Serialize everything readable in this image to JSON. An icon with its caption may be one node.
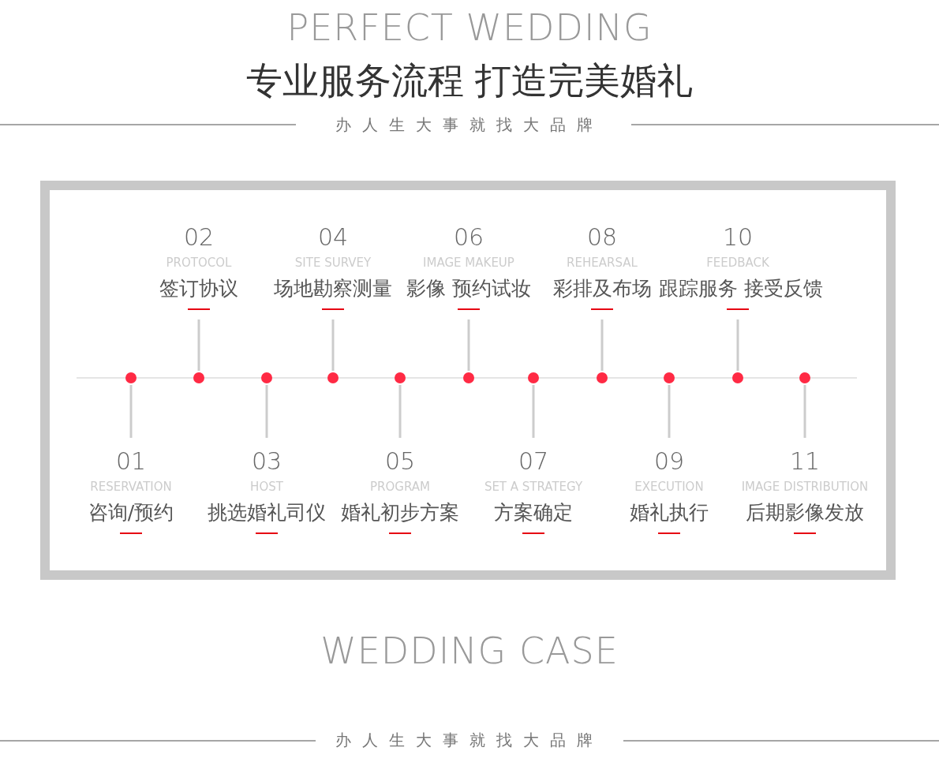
{
  "diagram": {
    "nodes": [
      {
        "text": [
          "01",
          "RESERVATION",
          "咨询/预约"
        ]
      },
      {
        "text": [
          "02",
          "PROTOCOL",
          "签订协议"
        ]
      },
      {
        "text": [
          "03",
          "HOST",
          "挑选婚礼司仪"
        ]
      },
      {
        "text": [
          "04",
          "SITE SURVEY",
          "场地勘察测量"
        ]
      },
      {
        "text": [
          "05",
          "PROGRAM",
          "婚礼初步方案"
        ]
      },
      {
        "text": [
          "06",
          "IMAGE MAKEUP",
          "影像 预约试妆"
        ]
      },
      {
        "text": [
          "07",
          "SET A STRATEGY",
          "方案确定"
        ]
      },
      {
        "text": [
          "08",
          "REHEARSAL",
          "彩排及布场"
        ]
      },
      {
        "text": [
          "09",
          "EXECUTION",
          "婚礼执行"
        ]
      },
      {
        "text": [
          "10",
          "FEEDBACK",
          "跟踪服务 接受反馈"
        ]
      },
      {
        "text": [
          "11",
          "IMAGE DISTRIBUTION",
          "后期影像发放"
        ]
      }
    ],
    "labels": [
      "PERFECT WEDDING",
      "专业服务流程 打造完美婚礼",
      "办人生大事就找大品牌",
      "WEDDING CASE",
      "办人生大事就找大品牌"
    ]
  }
}
